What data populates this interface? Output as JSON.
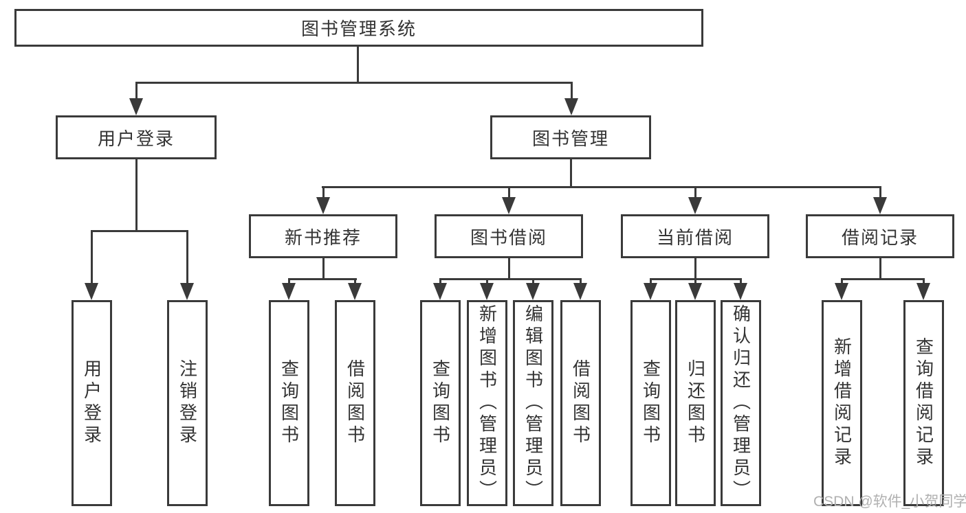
{
  "diagram": {
    "root": "图书管理系统",
    "level2": [
      "用户登录",
      "图书管理"
    ],
    "level3": [
      "新书推荐",
      "图书借阅",
      "当前借阅",
      "借阅记录"
    ],
    "groups": [
      {
        "parent": "用户登录",
        "items": [
          "用户登录",
          "注销登录"
        ]
      },
      {
        "parent": "新书推荐",
        "items": [
          "查询图书",
          "借阅图书"
        ]
      },
      {
        "parent": "图书借阅",
        "items": [
          "查询图书",
          "新增图书（管理员）",
          "编辑图书（管理员）",
          "借阅图书"
        ]
      },
      {
        "parent": "当前借阅",
        "items": [
          "查询图书",
          "归还图书",
          "确认归还（管理员）"
        ]
      },
      {
        "parent": "借阅记录",
        "items": [
          "新增借阅记录",
          "查询借阅记录"
        ]
      }
    ]
  },
  "watermark": "CSDN @软件_小贺同学",
  "colors": {
    "line": "#3a3a3a",
    "text": "#333333",
    "background": "#ffffff",
    "watermark": "#b0b0b0"
  }
}
